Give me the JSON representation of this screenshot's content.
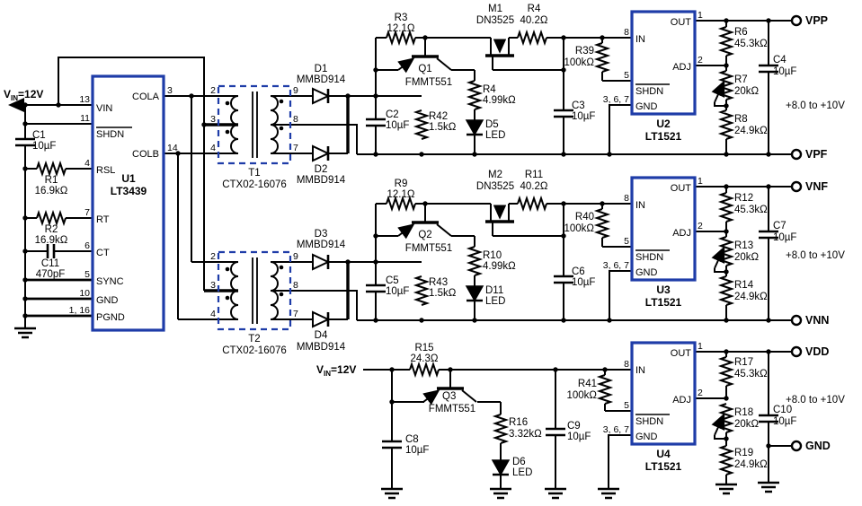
{
  "colors": {
    "ic_border": "#1e3ca8",
    "wire": "#000000"
  },
  "power": {
    "v": "V",
    "sub": "IN",
    "val": "=12V"
  },
  "u1": {
    "ref": "U1",
    "part": "LT3439",
    "pin_vin_num": "13",
    "pin_vin": "VIN",
    "pin_shdn_num": "11",
    "pin_shdn": "SHDN",
    "pin_rsl_num": "4",
    "pin_rsl": "RSL",
    "pin_rt_num": "7",
    "pin_rt": "RT",
    "pin_ct_num": "6",
    "pin_ct": "CT",
    "pin_sync_num": "5",
    "pin_sync": "SYNC",
    "pin_gnd_num": "10",
    "pin_gnd": "GND",
    "pin_pgnd_num": "1, 16",
    "pin_pgnd": "PGND",
    "pin_cola_num": "3",
    "pin_cola": "COLA",
    "pin_colb_num": "14",
    "pin_colb": "COLB"
  },
  "left": {
    "c1_ref": "C1",
    "c1_val": "10µF",
    "r1_ref": "R1",
    "r1_val": "16.9kΩ",
    "r2_ref": "R2",
    "r2_val": "16.9kΩ",
    "c11_ref": "C11",
    "c11_val": "470pF"
  },
  "tpins": {
    "p2": "2",
    "p3": "3",
    "p4": "4",
    "p9": "9",
    "p8": "8",
    "p7": "7"
  },
  "t1": {
    "ref": "T1",
    "part": "CTX02-16076"
  },
  "t2": {
    "ref": "T2",
    "part": "CTX02-16076"
  },
  "lt1521": {
    "part": "LT1521",
    "out_num": "1",
    "out": "OUT",
    "adj_num": "2",
    "adj": "ADJ",
    "in_num": "8",
    "in": "IN",
    "shdn_num": "5",
    "shdn": "SHDN",
    "gnd_num": "3, 6, 7",
    "gnd": "GND"
  },
  "ch1": {
    "d1_ref": "D1",
    "d1_val": "MMBD914",
    "d2_ref": "D2",
    "d2_val": "MMBD914",
    "r3_ref": "R3",
    "r3_val": "12.1Ω",
    "m1_ref": "M1",
    "m1_val": "DN3525",
    "r4a_ref": "R4",
    "r4a_val": "40.2Ω",
    "q1_ref": "Q1",
    "q1_val": "FMMT551",
    "r4b_ref": "R4",
    "r4b_val": "4.99kΩ",
    "c2_ref": "C2",
    "c2_val": "10µF",
    "r42_ref": "R42",
    "r42_val": "1.5kΩ",
    "d5_ref": "D5",
    "d5_val": "LED",
    "c3_ref": "C3",
    "c3_val": "10µF",
    "r39_ref": "R39",
    "r39_val": "100kΩ",
    "u_ref": "U2",
    "r6_ref": "R6",
    "r6_val": "45.3kΩ",
    "r7_ref": "R7",
    "r7_val": "20kΩ",
    "r8_ref": "R8",
    "r8_val": "24.9kΩ",
    "c4_ref": "C4",
    "c4_val": "10µF",
    "t_pos": "VPP",
    "t_neg": "VPF",
    "range": "+8.0 to +10V"
  },
  "ch2": {
    "d3_ref": "D3",
    "d3_val": "MMBD914",
    "d4_ref": "D4",
    "d4_val": "MMBD914",
    "r9_ref": "R9",
    "r9_val": "12.1Ω",
    "m2_ref": "M2",
    "m2_val": "DN3525",
    "r11_ref": "R11",
    "r11_val": "40.2Ω",
    "q2_ref": "Q2",
    "q2_val": "FMMT551",
    "r10_ref": "R10",
    "r10_val": "4.99kΩ",
    "c5_ref": "C5",
    "c5_val": "10µF",
    "r43_ref": "R43",
    "r43_val": "1.5kΩ",
    "d11_ref": "D11",
    "d11_val": "LED",
    "c6_ref": "C6",
    "c6_val": "10µF",
    "r40_ref": "R40",
    "r40_val": "100kΩ",
    "u_ref": "U3",
    "r12_ref": "R12",
    "r12_val": "45.3kΩ",
    "r13_ref": "R13",
    "r13_val": "20kΩ",
    "r14_ref": "R14",
    "r14_val": "24.9kΩ",
    "c7_ref": "C7",
    "c7_val": "10µF",
    "t_pos": "VNF",
    "t_neg": "VNN",
    "range": "+8.0 to +10V"
  },
  "ch3": {
    "r15_ref": "R15",
    "r15_val": "24.3Ω",
    "q3_ref": "Q3",
    "q3_val": "FMMT551",
    "c8_ref": "C8",
    "c8_val": "10µF",
    "r16_ref": "R16",
    "r16_val": "3.32kΩ",
    "d6_ref": "D6",
    "d6_val": "LED",
    "c9_ref": "C9",
    "c9_val": "10µF",
    "r41_ref": "R41",
    "r41_val": "100kΩ",
    "u_ref": "U4",
    "r17_ref": "R17",
    "r17_val": "45.3kΩ",
    "r18_ref": "R18",
    "r18_val": "20kΩ",
    "r19_ref": "R19",
    "r19_val": "24.9kΩ",
    "c10_ref": "C10",
    "c10_val": "10µF",
    "t_pos": "VDD",
    "t_gnd": "GND",
    "range": "+8.0 to +10V"
  }
}
